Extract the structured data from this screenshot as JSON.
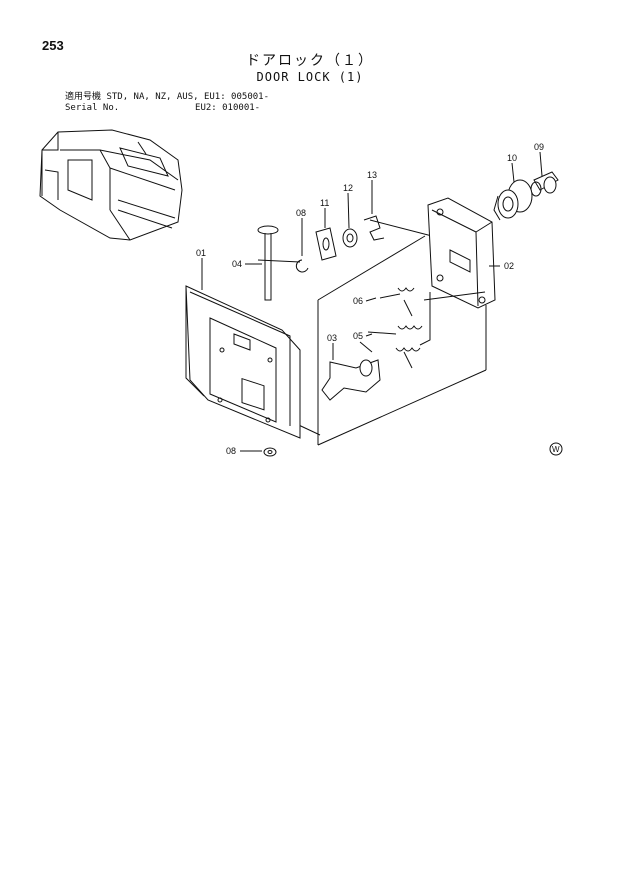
{
  "page_number": "253",
  "title": {
    "japanese": "ドアロック（１）",
    "english": "DOOR LOCK (1)"
  },
  "applicability": {
    "label_jp": "適用号機",
    "label_en": "Serial No.",
    "models_line1": "STD, NA, NZ, AUS, EU1: 005001-",
    "models_line2": "EU2: 010001-"
  },
  "parts": [
    {
      "ref": "01"
    },
    {
      "ref": "02"
    },
    {
      "ref": "03"
    },
    {
      "ref": "04"
    },
    {
      "ref": "05"
    },
    {
      "ref": "06"
    },
    {
      "ref": "08"
    },
    {
      "ref": "08"
    },
    {
      "ref": "09"
    },
    {
      "ref": "10"
    },
    {
      "ref": "11"
    },
    {
      "ref": "12"
    },
    {
      "ref": "13"
    }
  ],
  "mark": "W"
}
